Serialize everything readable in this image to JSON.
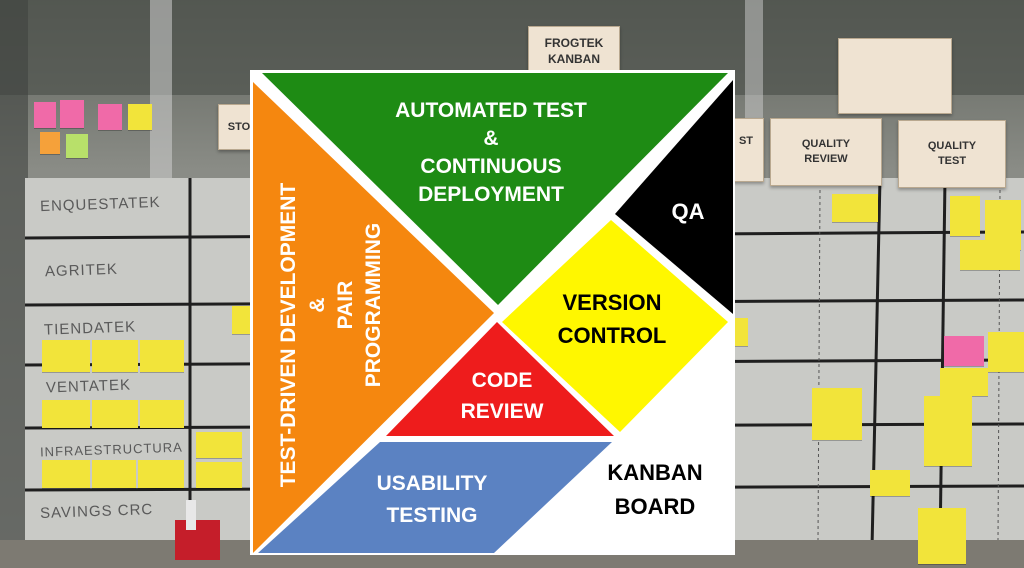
{
  "background": {
    "row_labels": [
      "ENQUESTATEK",
      "AGRITEK",
      "TIENDATEK",
      "VENTATEK",
      "INFRAESTRUCTURA",
      "SAVINGS CRC"
    ],
    "signs": {
      "kanban": [
        "FROGTEK",
        "KANBAN"
      ],
      "quality_review": [
        "QUALITY",
        "REVIEW"
      ],
      "quality_test": [
        "QUALITY",
        "TEST"
      ],
      "stories_fragment": "STO",
      "test_fragment": "ST"
    }
  },
  "pieces": {
    "automated_test": {
      "lines": [
        "AUTOMATED TEST",
        "&",
        "CONTINUOUS",
        "DEPLOYMENT"
      ],
      "color": "#1e8b14"
    },
    "tdd": {
      "lines": [
        "TEST-DRIVEN DEVELOPMENT",
        "&",
        "PAIR",
        "PROGRAMMING"
      ],
      "color": "#f5870f"
    },
    "qa": {
      "lines": [
        "QA"
      ],
      "color": "#000000"
    },
    "version_control": {
      "lines": [
        "VERSION",
        "CONTROL"
      ],
      "color": "#fff700"
    },
    "code_review": {
      "lines": [
        "CODE",
        "REVIEW"
      ],
      "color": "#ee1c1c"
    },
    "usability_testing": {
      "lines": [
        "USABILITY",
        "TESTING"
      ],
      "color": "#5b82c2"
    },
    "kanban_board": {
      "lines": [
        "KANBAN",
        "BOARD"
      ],
      "color": "#ffffff"
    }
  }
}
